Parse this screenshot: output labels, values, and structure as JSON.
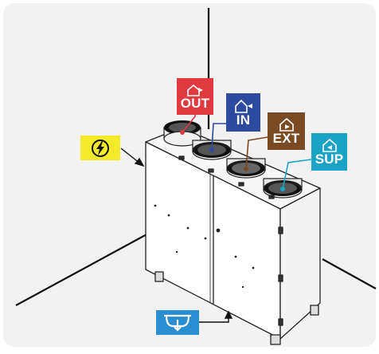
{
  "diagram": {
    "colors": {
      "background_panel": "#f2f2f2",
      "out": "#e03a3e",
      "in": "#2e4a9e",
      "ext": "#7a4a22",
      "sup": "#1aa3c7",
      "power": "#f3ea2a",
      "drain": "#2a8fd0"
    },
    "labels": {
      "out": "OUT",
      "in": "IN",
      "ext": "EXT",
      "sup": "SUP"
    },
    "icons": {
      "out": "house-arrow-out-icon",
      "in": "house-arrow-in-icon",
      "ext": "house-extract-icon",
      "sup": "house-supply-icon",
      "power": "power-bolt-icon",
      "drain": "condensate-drain-icon"
    }
  }
}
